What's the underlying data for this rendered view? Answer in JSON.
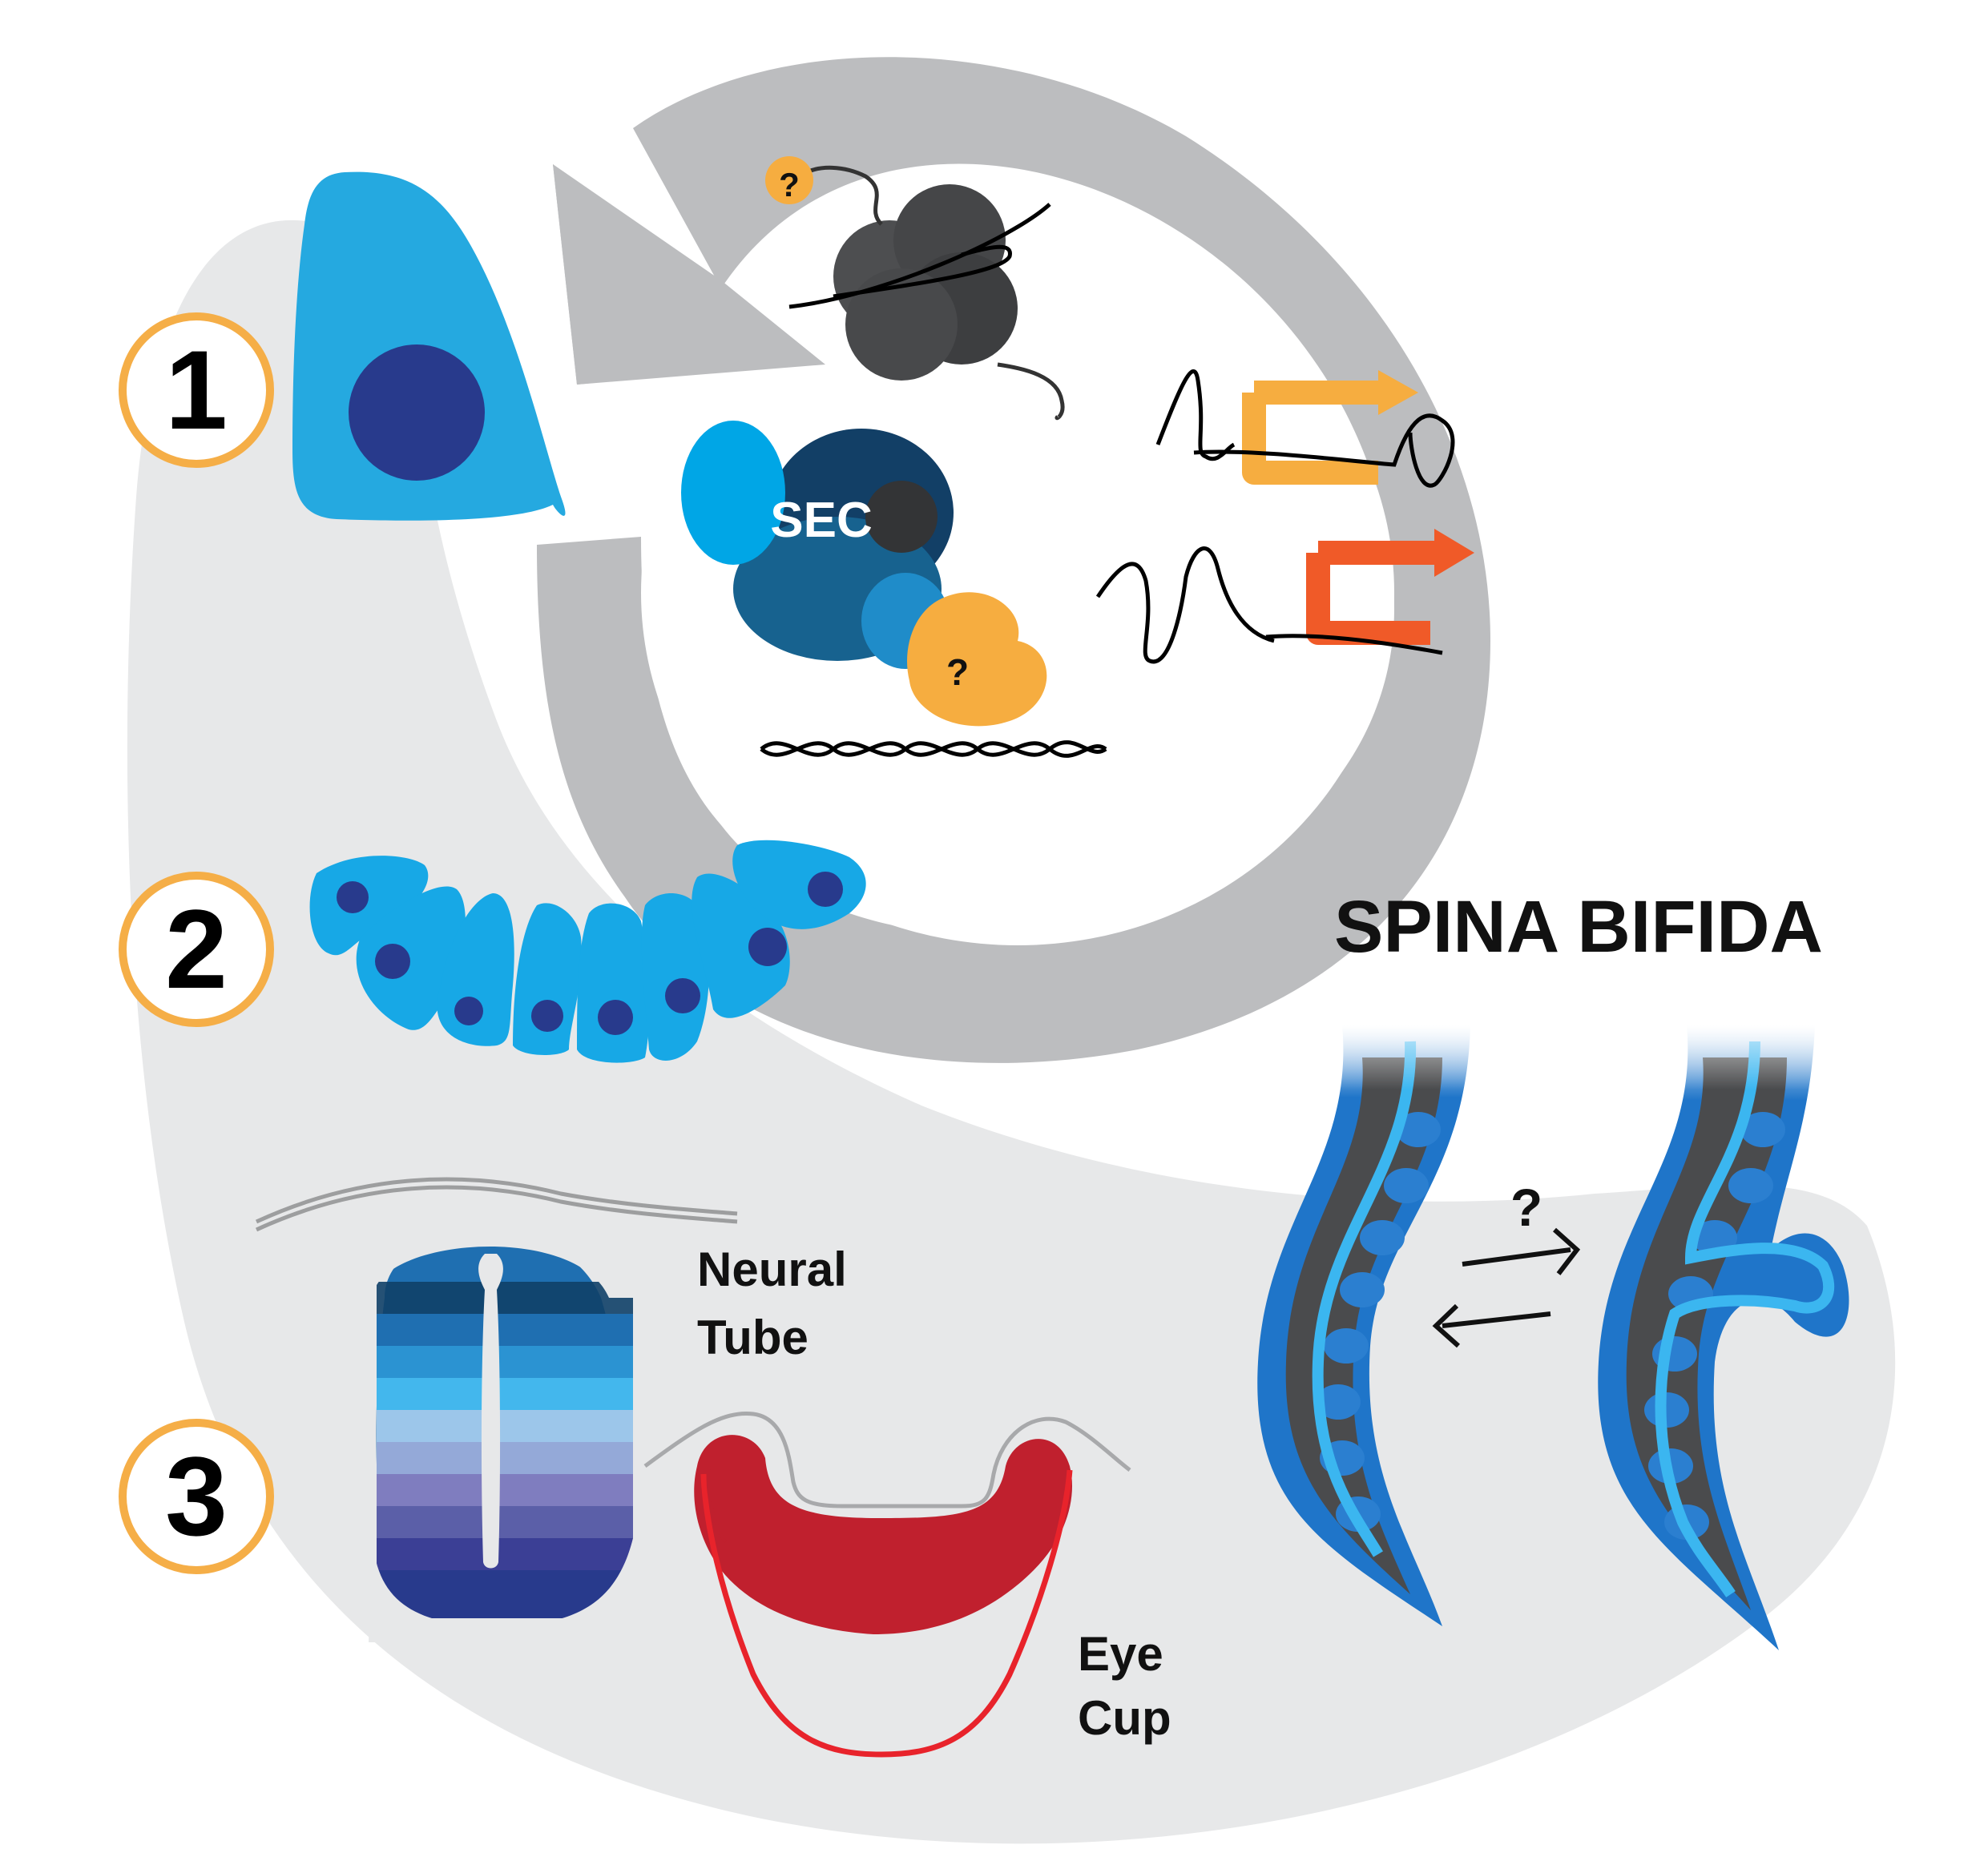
{
  "steps": [
    {
      "number": "1"
    },
    {
      "number": "2"
    },
    {
      "number": "3"
    }
  ],
  "title": "SPINA BIFIDA",
  "labels": {
    "complex": "SEC",
    "unknown": "?",
    "neural_tube_line1": "Neural",
    "neural_tube_line2": "Tube",
    "eye_cup_line1": "Eye",
    "eye_cup_line2": "Cup"
  },
  "colors": {
    "background_blob": "#e7e8e9",
    "cycle_arrow": "#bcbdbf",
    "step_ring": "#f5ae47",
    "cell_body": "#25a9e0",
    "nucleus": "#283a8c",
    "epithelium": "#17a8e6",
    "complex_dark": "#123f66",
    "complex_mid": "#17628f",
    "complex_light": "#00a6e6",
    "question_orange": "#f6ad40",
    "ribosome": "#4d4e50",
    "promoter_orange": "#f6ad40",
    "promoter_red": "#f05a28",
    "eye_cup": "#c0202e",
    "eye_outline": "#e8232b",
    "spine_blue": "#1f75c9",
    "spine_cord": "#3bb6f0"
  }
}
